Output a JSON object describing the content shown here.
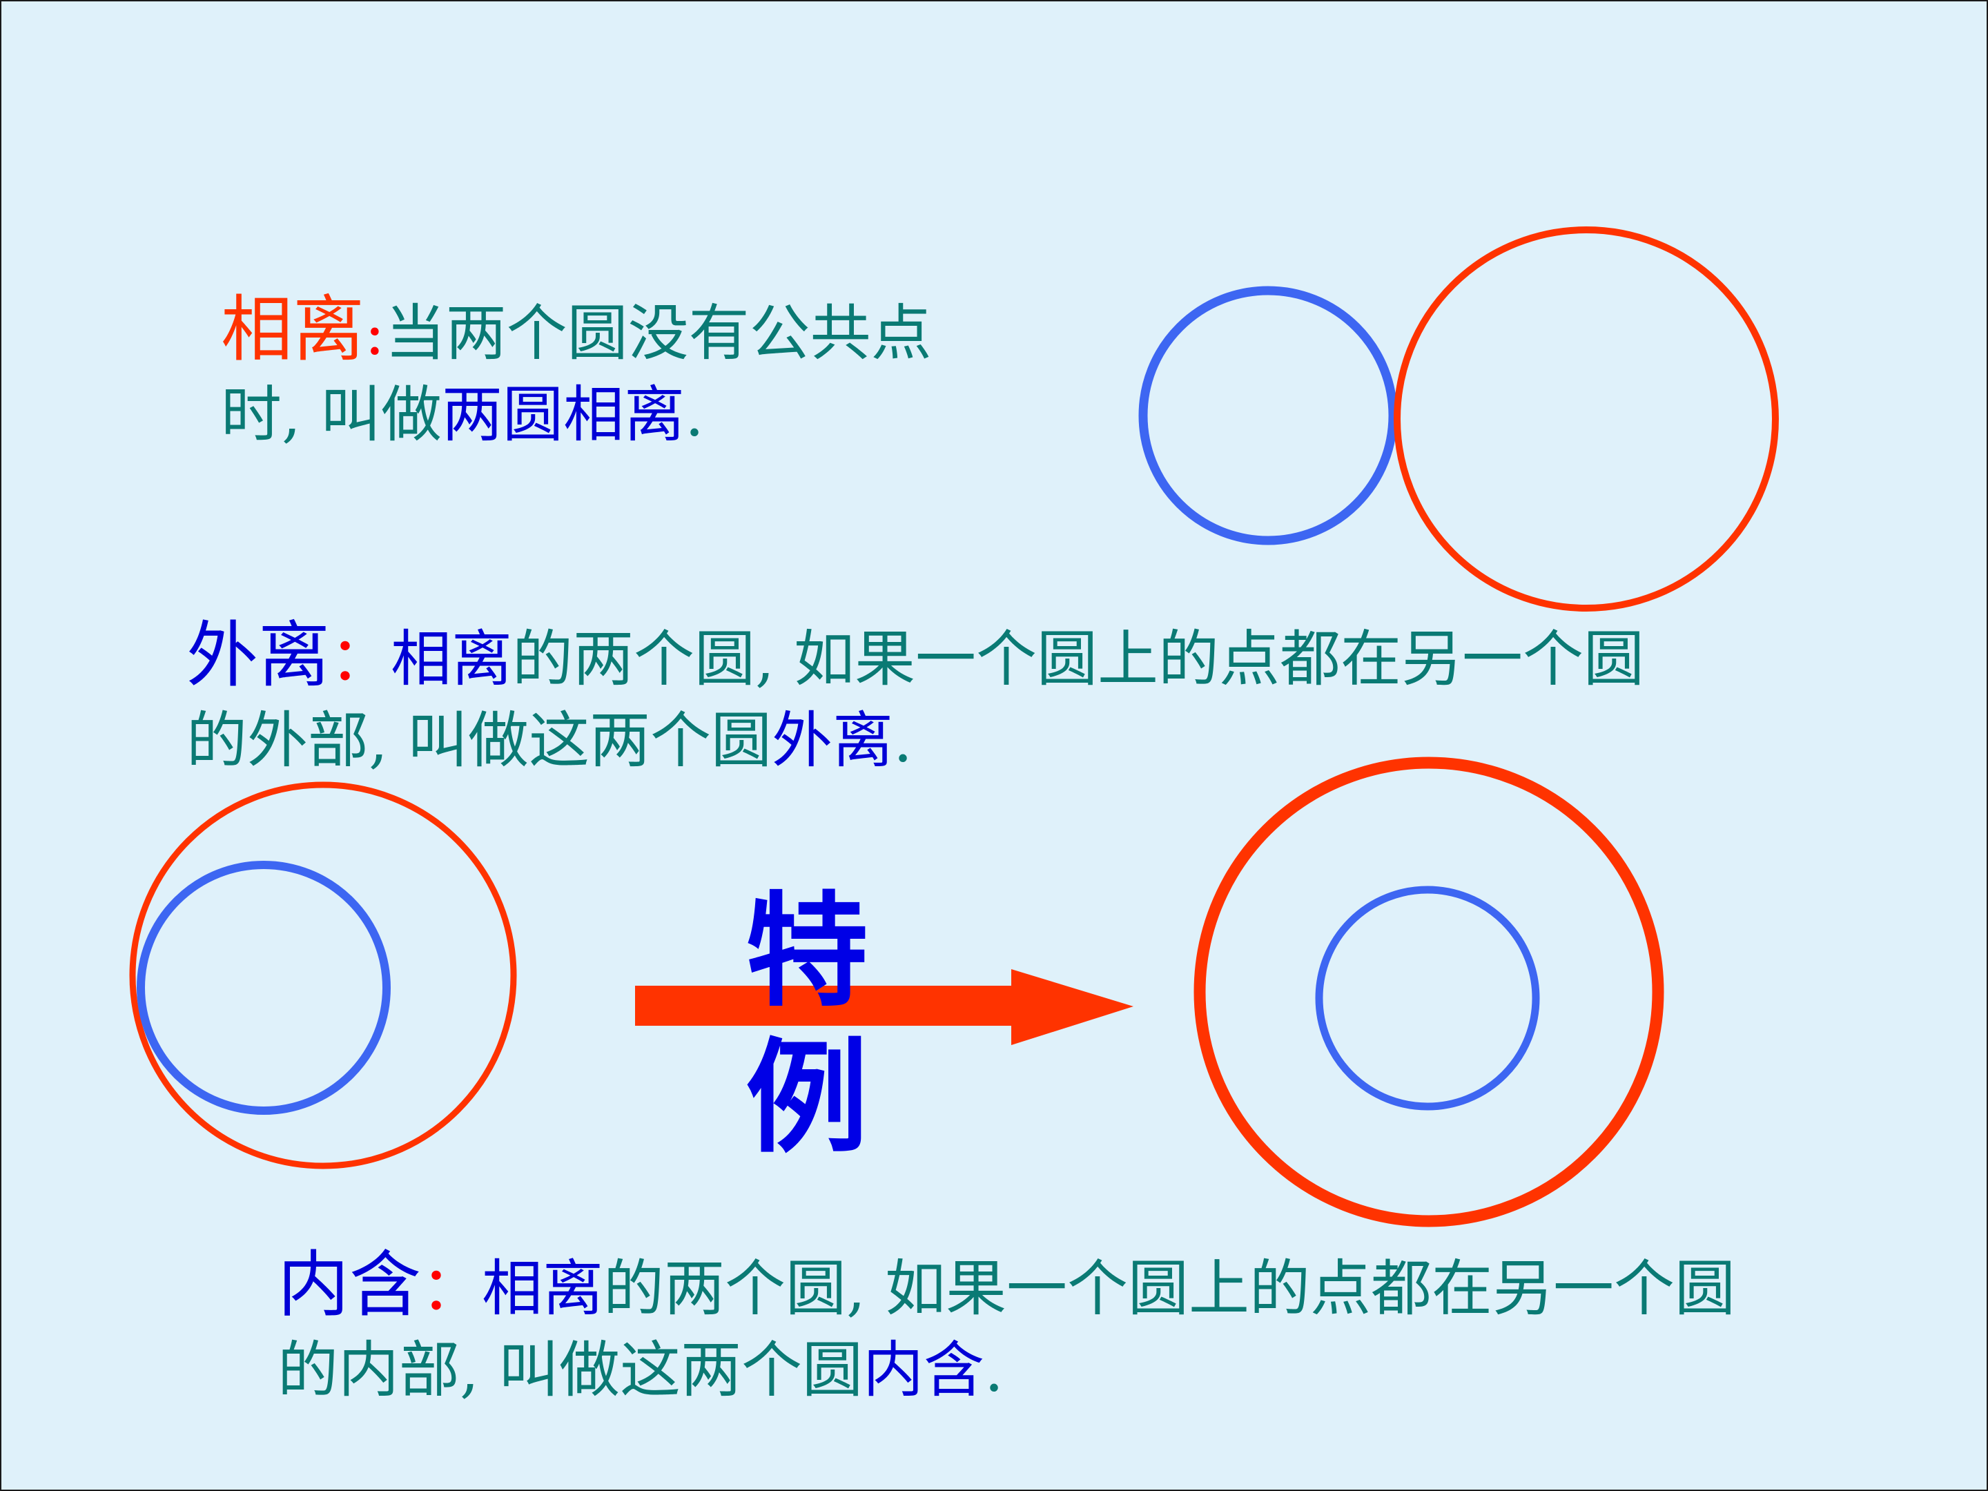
{
  "colors": {
    "background": "#dff1fa",
    "red": "#ff3300",
    "blue": "#3d66f2",
    "teal_text": "#0a7a74",
    "blue_text": "#0000d6"
  },
  "definitions": {
    "xiangli": {
      "term": "相离",
      "colon": ":",
      "line1_rest": "当两个圆没有公共点",
      "line2_pre": "时, 叫做",
      "line2_hl": "两圆相离",
      "line2_end": "."
    },
    "waili": {
      "term": "外离",
      "colon": "：",
      "line1_hl": "相离",
      "line1_rest": "的两个圆, 如果一个圆上的点都在另一个圆",
      "line2_pre": "的外部, 叫做这两个圆",
      "line2_hl": "外离",
      "line2_end": "."
    },
    "neihan": {
      "term": "内含",
      "colon": "：",
      "line1_hl": "相离",
      "line1_rest": "的两个圆, 如果一个圆上的点都在另一个圆",
      "line2_pre": "的内部, 叫做这两个圆",
      "line2_hl": "内含",
      "line2_end": "."
    }
  },
  "special_case_label": "特例",
  "figures": {
    "external_pair": {
      "small_circle": "blue",
      "large_circle": "red"
    },
    "internal_touching_pair": {
      "outer_circle": "red",
      "inner_circle": "blue"
    },
    "concentric_pair": {
      "outer_circle": "red",
      "inner_circle": "blue"
    },
    "arrow": {
      "color": "red",
      "direction": "right"
    }
  }
}
